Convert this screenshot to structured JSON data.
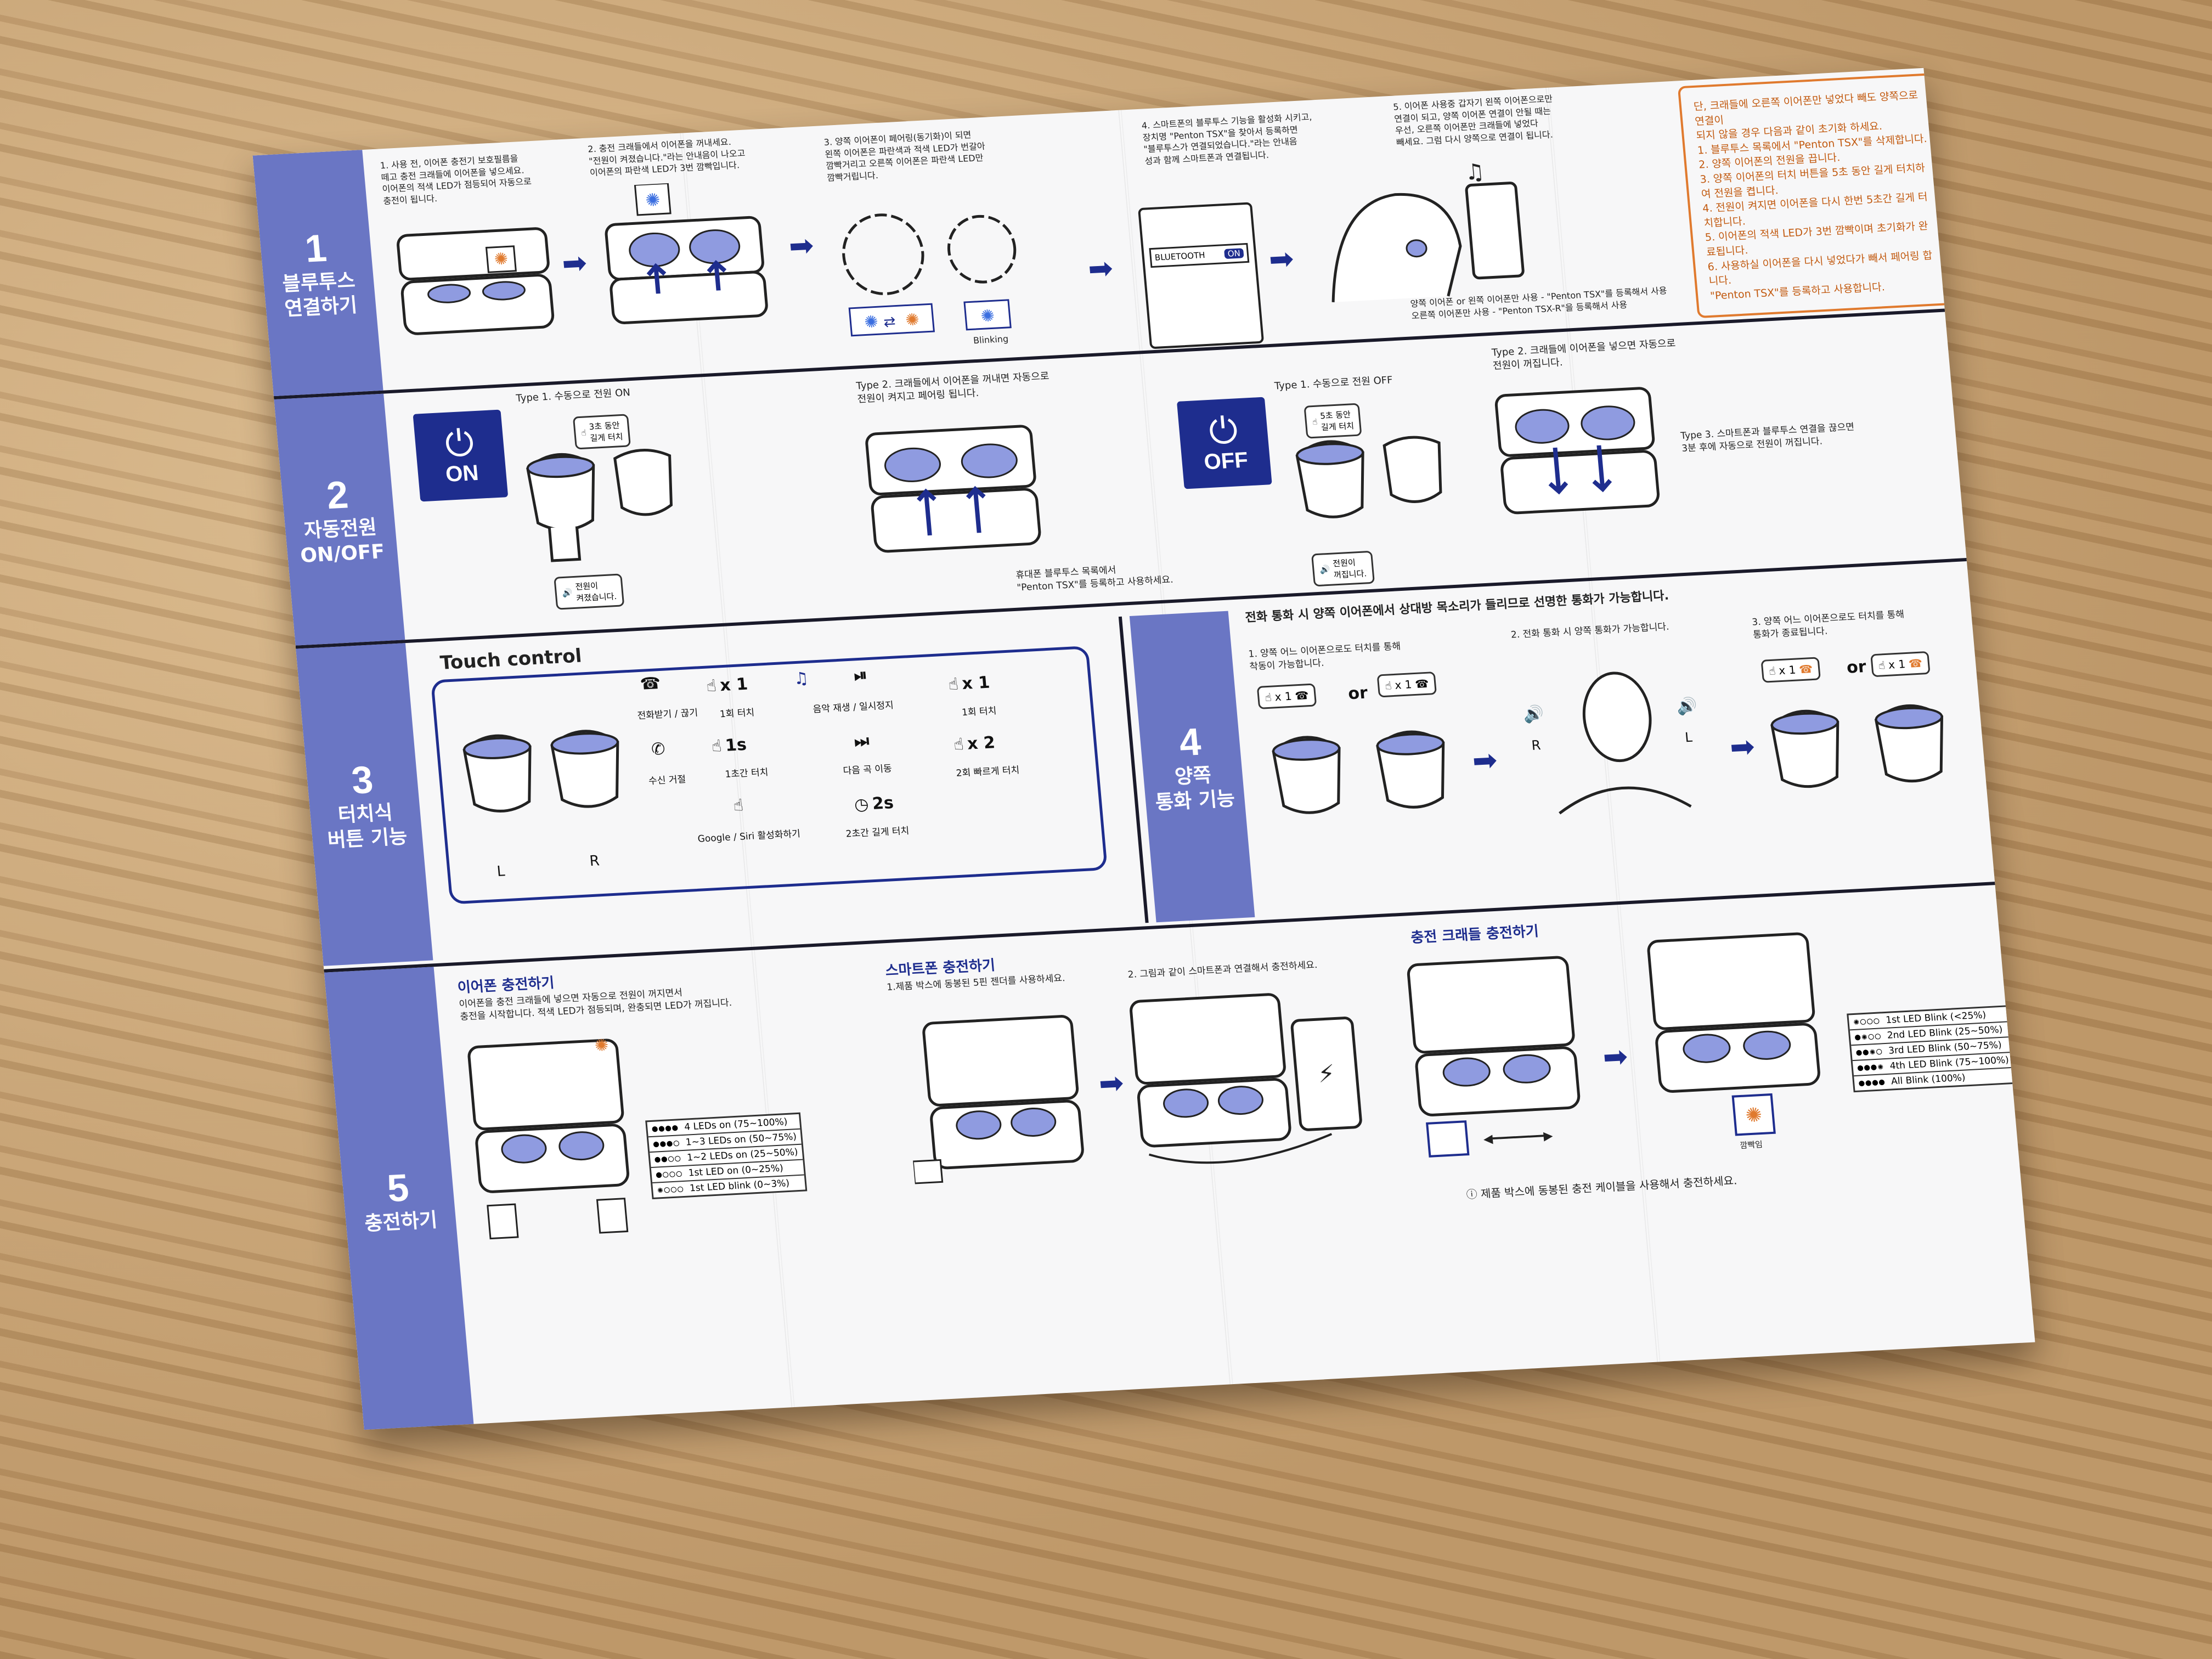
{
  "sections": {
    "s1": {
      "num": "1",
      "label": "블루투스\n연결하기",
      "step1": "1. 사용 전, 이어폰 충전기 보호필름을\n떼고 충전 크래들에 이어폰을 넣으세요.\n이어폰의 적색 LED가 점등되어 자동으로\n충전이 됩니다.",
      "step2": "2. 충전 크래들에서 이어폰을 꺼내세요.\n\"전원이 켜졌습니다.\"라는 안내음이 나오고\n이어폰의 파란색 LED가 3번 깜빡입니다.",
      "step3": "3. 양쪽 이어폰이 페어링(동기화)이 되면\n왼쪽 이어폰은 파란색과 적색 LED가 번갈아\n깜빡거리고 오른쪽 이어폰은 파란색 LED만\n깜빡거립니다.",
      "step4": "4. 스마트폰의 블루투스 기능을 활성화 시키고,\n장치명 \"Penton TSX\"을 찾아서 등록하면\n\"블루투스가 연결되었습니다.\"라는 안내음\n성과 함께 스마트폰과 연결됩니다.",
      "step5": "5. 이어폰 사용중 갑자기 왼쪽 이어폰으로만\n연결이 되고, 양쪽 이어폰 연결이 안될 때는\n우선, 오른쪽 이어폰만 크래들에 넣었다\n빼세요. 그럼 다시 양쪽으로 연결이 됩니다.",
      "blinking": "Blinking",
      "bt_label": "BLUETOOTH",
      "bt_state": "ON",
      "note": "양쪽 이어폰 or 왼쪽 이어폰만 사용 - \"Penton TSX\"를 등록해서 사용\n오른쪽 이어폰만 사용 - \"Penton TSX-R\"을 등록해서 사용",
      "warning": "단, 크래들에 오른쪽 이어폰만 넣었다 빼도 양쪽으로 연결이\n되지 않을 경우 다음과 같이 초기화 하세요.\n1. 블루투스 목록에서 \"Penton TSX\"를 삭제합니다.\n2. 양쪽 이어폰의 전원을 끕니다.\n3. 양쪽 이어폰의 터치 버튼을 5초 동안 길게 터치하여 전원을 켭니다.\n4. 전원이 켜지면 이어폰을 다시 한번 5초간 길게 터치합니다.\n5. 이어폰의 적색 LED가 3번 깜빡이며 초기화가 완료됩니다.\n6. 사용하실 이어폰을 다시 넣었다가 빼서 페어링 합니다.\n\"Penton TSX\"를 등록하고 사용합니다."
    },
    "s2": {
      "num": "2",
      "label": "자동전원\nON/OFF",
      "type1_on": "Type 1. 수동으로 전원 ON",
      "type2_on": "Type 2. 크래들에서 이어폰을 꺼내면 자동으로\n전원이 켜지고 페어링 됩니다.",
      "on": "ON",
      "off": "OFF",
      "hold5": "3초 동안\n길게 터치",
      "hold5_off": "5초 동안\n길게 터치",
      "power_on_msg": "전원이\n켜졌습니다.",
      "note_on": "휴대폰 블루투스 목록에서\n\"Penton TSX\"를 등록하고 사용하세요.",
      "type1_off": "Type 1. 수동으로 전원 OFF",
      "type2_off": "Type 2. 크래들에 이어폰을 넣으면 자동으로\n전원이 꺼집니다.",
      "power_off_msg": "전원이\n꺼집니다.",
      "type3_off": "Type 3. 스마트폰과 블루투스 연결을 끊으면\n3분 후에 자동으로 전원이 꺼집니다."
    },
    "s3": {
      "num": "3",
      "label": "터치식\n버튼 기능",
      "title": "Touch control",
      "call_answer": "전화받기 / 끊기",
      "x1_1": "x 1",
      "x1_1_lbl": "1회 터치",
      "music": "음악 재생 / 일시정지",
      "x1_2": "x 1",
      "x1_2_lbl": "1회 터치",
      "reject": "수신 거절",
      "sec1": "1s",
      "sec1_lbl": "1초간 터치",
      "next": "다음 곡 이동",
      "x2": "x 2",
      "x2_lbl": "2회 빠르게 터치",
      "assistant": "Google / Siri 활성화하기",
      "sec2": "2s",
      "sec2_lbl": "2초간 길게 터치",
      "left": "L",
      "right": "R"
    },
    "s4": {
      "num": "4",
      "label": "양쪽\n통화 기능",
      "header": "전화 통화 시 양쪽 이어폰에서 상대방 목소리가 들리므로 선명한 통화가 가능합니다.",
      "step1": "1. 양쪽 어느 이어폰으로도 터치를 통해\n착동이 가능합니다.",
      "step2": "2. 전화 통화 시 양쪽 통화가 가능합니다.",
      "step3": "3. 양쪽 어느 이어폰으로도 터치를 통해\n통화가 종료됩니다.",
      "or": "or",
      "x1": "x 1",
      "r": "R",
      "l": "L"
    },
    "s5": {
      "num": "5",
      "label": "충전하기",
      "earbud_title": "이어폰 충전하기",
      "earbud_text": "이어폰을 충전 크래들에 넣으면 자동으로 전원이 꺼지면서\n충전을 시작합니다. 적색 LED가 점등되며, 완충되면 LED가 꺼집니다.",
      "phone_title": "스마트폰 충전하기",
      "phone_step1": "1.제품 박스에 동봉된 5핀 젠더를 사용하세요.",
      "phone_step2": "2. 그림과 같이 스마트폰과 연결해서 충전하세요.",
      "cradle_title": "충전 크래들 충전하기",
      "cable_note": "제품 박스에 동봉된 충전 케이블을 사용해서 충전하세요.",
      "blink_lbl": "깜빡임",
      "led_left": [
        {
          "dots": "●●●●",
          "text": "4 LEDs on (75~100%)"
        },
        {
          "dots": "●●●○",
          "text": "1~3 LEDs on (50~75%)"
        },
        {
          "dots": "●●○○",
          "text": "1~2 LEDs on (25~50%)"
        },
        {
          "dots": "●○○○",
          "text": "1st LED on (0~25%)"
        },
        {
          "dots": "✺○○○",
          "text": "1st LED blink (0~3%)"
        }
      ],
      "led_right": [
        {
          "dots": "✺○○○",
          "text": "1st LED Blink (<25%)"
        },
        {
          "dots": "●✺○○",
          "text": "2nd LED Blink (25~50%)"
        },
        {
          "dots": "●●✺○",
          "text": "3rd LED Blink (50~75%)"
        },
        {
          "dots": "●●●✺",
          "text": "4th LED Blink (75~100%)"
        },
        {
          "dots": "●●●●",
          "text": "All Blink (100%)"
        }
      ]
    }
  },
  "colors": {
    "accent": "#1e2d8e",
    "side": "#6a76c4",
    "warning": "#e07a2e",
    "bud": "#8f9be0"
  }
}
